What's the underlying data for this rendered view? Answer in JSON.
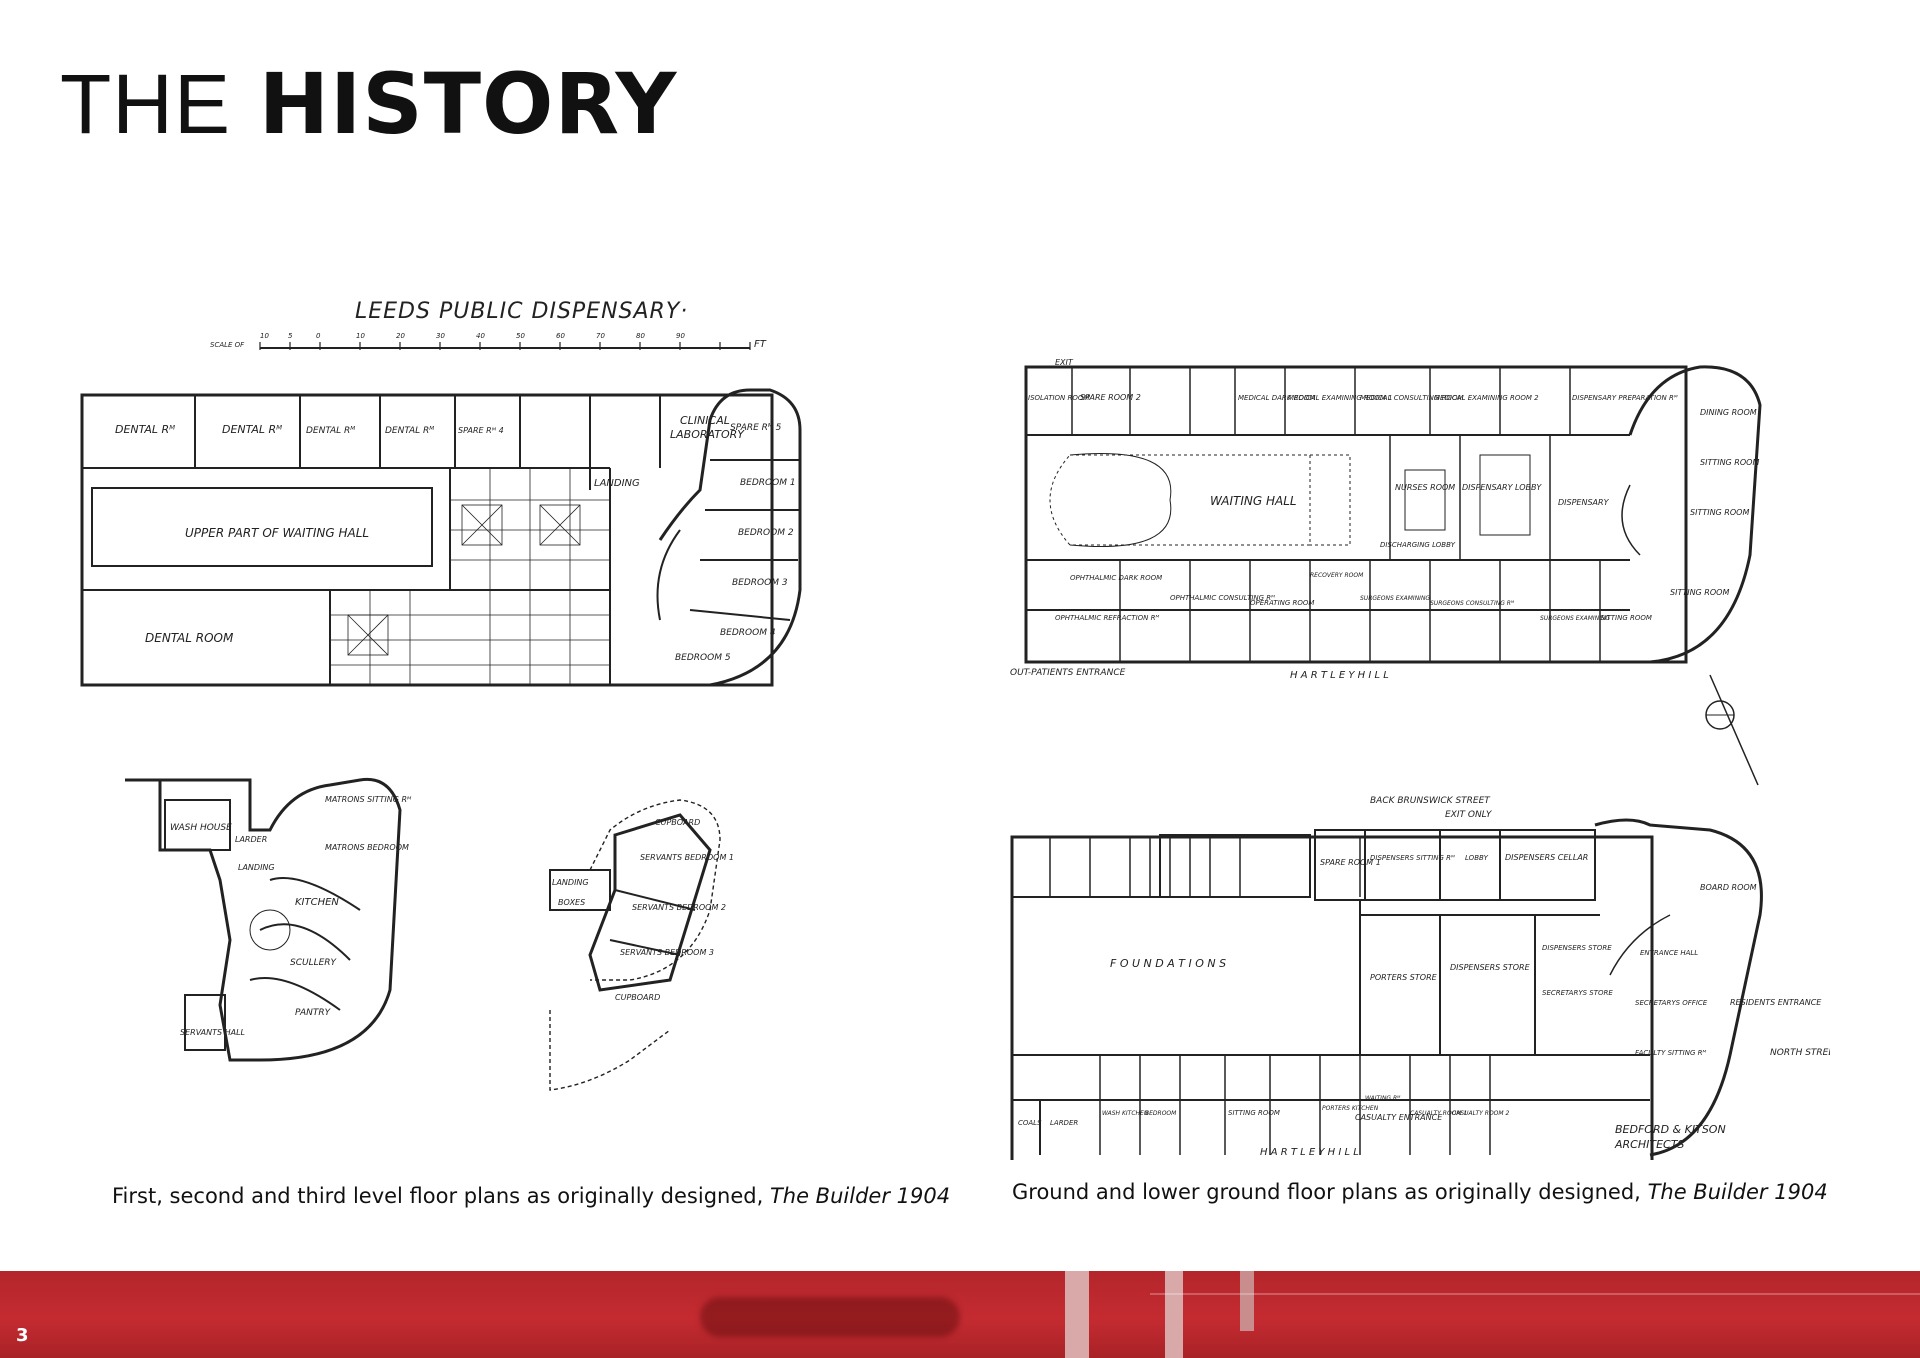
{
  "header": {
    "title_light": "THE",
    "title_bold": "HISTORY"
  },
  "left_plan": {
    "title": "LEEDS PUBLIC DISPENSARY·",
    "scale_label": "SCALE OF",
    "scale_unit": "FT",
    "scale_ticks": [
      "10",
      "5",
      "0",
      "10",
      "20",
      "30",
      "40",
      "50",
      "60",
      "70",
      "80",
      "90"
    ],
    "rooms": {
      "dental_1": "DENTAL Rᴹ",
      "dental_2": "DENTAL Rᴹ",
      "dental_3": "DENTAL Rᴹ",
      "dental_4": "DENTAL Rᴹ",
      "spare_4": "SPARE Rᴹ 4",
      "clinical_1": "CLINICAL",
      "clinical_2": "LABORATORY",
      "landing": "LANDING",
      "waiting_hall": "UPPER PART OF WAITING HALL",
      "dental_room": "DENTAL ROOM",
      "spare_5": "SPARE Rᴹ 5",
      "bedroom_1": "BEDROOM 1",
      "bedroom_2": "BEDROOM 2",
      "bedroom_3": "BEDROOM 3",
      "bedroom_4": "BEDROOM 4",
      "bedroom_5": "BEDROOM 5",
      "wash_house": "WASH HOUSE",
      "larder": "LARDER",
      "matrons_sitting": "MATRONS SITTING Rᴹ",
      "matrons_bedroom": "MATRONS BEDROOM",
      "kitchen": "KITCHEN",
      "scullery": "SCULLERY",
      "pantry": "PANTRY",
      "servants_hall": "SERVANTS HALL",
      "landing_2": "LANDING",
      "cupboard_1": "CUPBOARD",
      "servants_bed_1": "SERVANTS BEDROOM 1",
      "servants_bed_2": "SERVANTS BEDROOM 2",
      "servants_bed_3": "SERVANTS BEDROOM 3",
      "cupboard_2": "CUPBOARD",
      "landing_3": "LANDING",
      "boxes": "BOXES"
    }
  },
  "right_plan": {
    "rooms": {
      "exit": "EXIT",
      "isolation": "ISOLATION ROOM",
      "spare_2": "SPARE ROOM 2",
      "medical_dark": "MEDICAL DARK ROOM",
      "med_exam_1": "MEDICAL EXAMINING ROOM 1",
      "med_consult": "MEDICAL CONSULTING ROOM",
      "med_exam_2": "MEDICAL EXAMINING ROOM 2",
      "disp_prep": "DISPENSARY PREPARATION Rᴹ",
      "dining": "DINING ROOM",
      "waiting_hall": "WAITING HALL",
      "nurses": "NURSES ROOM",
      "disp_lobby": "DISPENSARY LOBBY",
      "dispensary": "DISPENSARY",
      "discharging": "DISCHARGING LOBBY",
      "sitting_1": "SITTING ROOM",
      "sitting_2": "SITTING ROOM",
      "sitting_3": "SITTING ROOM",
      "oph_dark": "OPHTHALMIC DARK ROOM",
      "oph_refraction": "OPHTHALMIC REFRACTION Rᴹ",
      "oph_consult": "OPHTHALMIC CONSULTING Rᴹ",
      "operating": "OPERATING ROOM",
      "recovery": "RECOVERY ROOM",
      "surgeons_exam": "SURGEONS EXAMINING",
      "surgeons_consult": "SURGEONS CONSULTING Rᴹ",
      "surgeons_exam_2": "SURGEONS EXAMINING",
      "sitting_room": "SITTING ROOM",
      "out_patients": "OUT-PATIENTS ENTRANCE",
      "street_top": "H A R T L E Y     H I L L",
      "back_street": "BACK   BRUNSWICK   STREET",
      "exit_only": "EXIT ONLY",
      "spare_1": "SPARE ROOM 1",
      "disp_sitting": "DISPENSERS SITTING Rᴹ",
      "lobby": "LOBBY",
      "disp_cellar": "DISPENSERS CELLAR",
      "board": "BOARD ROOM",
      "foundations": "F O U N D A T I O N S",
      "porters_store": "PORTERS STORE",
      "disp_store": "DISPENSERS STORE",
      "disp_store_2": "DISPENSERS STORE",
      "sec_store": "SECRETARYS STORE",
      "entrance_hall": "ENTRANCE HALL",
      "sec_office": "SECRETARYS OFFICE",
      "faculty_sitting": "FACULTY SITTING Rᴹ",
      "residents_entrance": "RESIDENTS ENTRANCE",
      "north_street": "NORTH  STREET",
      "coals": "COALS",
      "larder": "LARDER",
      "wash_kitchen": "WASH KITCHEN",
      "bedroom": "BEDROOM",
      "sitting": "SITTING ROOM",
      "porters_kitchen": "PORTERS KITCHEN",
      "waiting": "WAITING Rᴹ",
      "casualty_1": "CASUALTY ROOM 1",
      "casualty_2": "CASUALTY ROOM 2",
      "casualty_entrance": "CASUALTY ENTRANCE",
      "street_bottom": "H A R T L E Y     H I L L",
      "architects_1": "BEDFORD & KITSON",
      "architects_2": "ARCHITECTS"
    }
  },
  "captions": {
    "left_text": "First, second and third level floor plans as originally designed,",
    "left_source": "The Builder 1904",
    "right_text": "Ground and lower ground floor plans as originally designed,",
    "right_source": "The Builder 1904"
  },
  "footer": {
    "page_number": "3",
    "color": "#c42b31"
  }
}
